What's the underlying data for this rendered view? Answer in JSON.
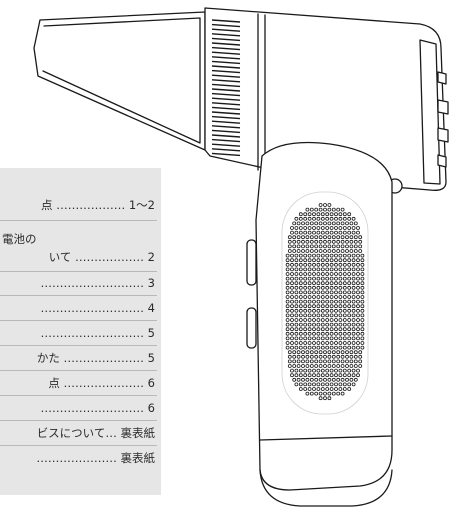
{
  "toc": {
    "lines": [
      "点 ……………… 1〜2",
      "電池の",
      "いて ……………… 2",
      "……………………… 3",
      "……………………… 4",
      "……………………… 5",
      "かた ………………… 5",
      "点 ………………… 6",
      "……………………… 6",
      "ビスについて… 裏表紙",
      "………………… 裏表紙"
    ]
  },
  "colors": {
    "panel_background": "#e6e6e6",
    "text": "#2b2b2b",
    "illustration_stroke": "#1a1a1a"
  }
}
